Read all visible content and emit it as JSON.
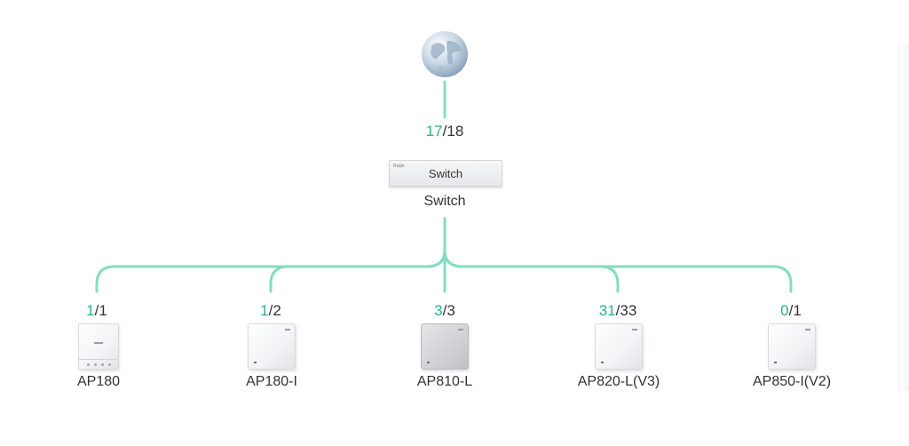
{
  "colors": {
    "link_line": "#86dcc0",
    "online_count": "#2bb08a",
    "text": "#333333"
  },
  "internet": {
    "icon": "globe-icon"
  },
  "switch": {
    "online": "17",
    "total": "/18",
    "face_text": "Switch",
    "brand_text": "Ruijie",
    "label": "Switch",
    "icon": "switch-device-icon"
  },
  "access_points": [
    {
      "model": "AP180",
      "online": "1",
      "total": "/1",
      "icon": "wall-plate-ap-icon"
    },
    {
      "model": "AP180-I",
      "online": "1",
      "total": "/2",
      "icon": "ceiling-ap-icon"
    },
    {
      "model": "AP810-L",
      "online": "3",
      "total": "/3",
      "icon": "ceiling-ap-grey-icon"
    },
    {
      "model": "AP820-L(V3)",
      "online": "31",
      "total": "/33",
      "icon": "ceiling-ap-icon"
    },
    {
      "model": "AP850-I(V2)",
      "online": "0",
      "total": "/1",
      "icon": "ceiling-ap-icon"
    }
  ]
}
